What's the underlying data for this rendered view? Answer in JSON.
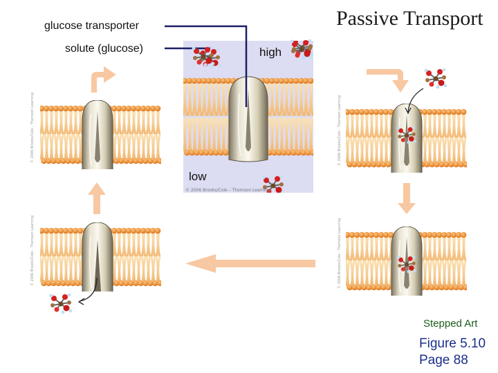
{
  "title": "Passive Transport",
  "labels": {
    "transporter": "glucose transporter",
    "solute": "solute (glucose)",
    "high": "high",
    "low": "low"
  },
  "footer": {
    "stepped_art": "Stepped Art",
    "figure": "Figure 5.10",
    "page": "Page 88"
  },
  "credits": {
    "panel": "© 2006 Brooks/Cole - Thomson Learning",
    "center": "© 2006 Brooks/Cole – Thomson Learning"
  },
  "colors": {
    "leader_line": "#1a1f66",
    "arrow": "#f7c8a2",
    "lipid_head": "#ec8a2c",
    "lipid_tail": "#f9d7a5",
    "protein": "#ddd6bf",
    "text_figure": "#1a2f8a",
    "text_stepped": "#1a5a1a",
    "center_bg": "#dcdcf2"
  },
  "icons": [
    "glucose-molecule-icon",
    "curved-arrow-icon",
    "block-arrow-icon"
  ]
}
